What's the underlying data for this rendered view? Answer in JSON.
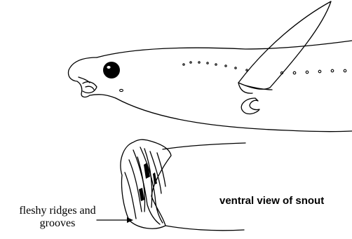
{
  "figure": {
    "labels": {
      "ridges_line1": "fleshy ridges and",
      "ridges_line2": "grooves",
      "ventral_view": "ventral view of snout"
    },
    "colors": {
      "ink": "#000000",
      "background": "#ffffff"
    }
  }
}
